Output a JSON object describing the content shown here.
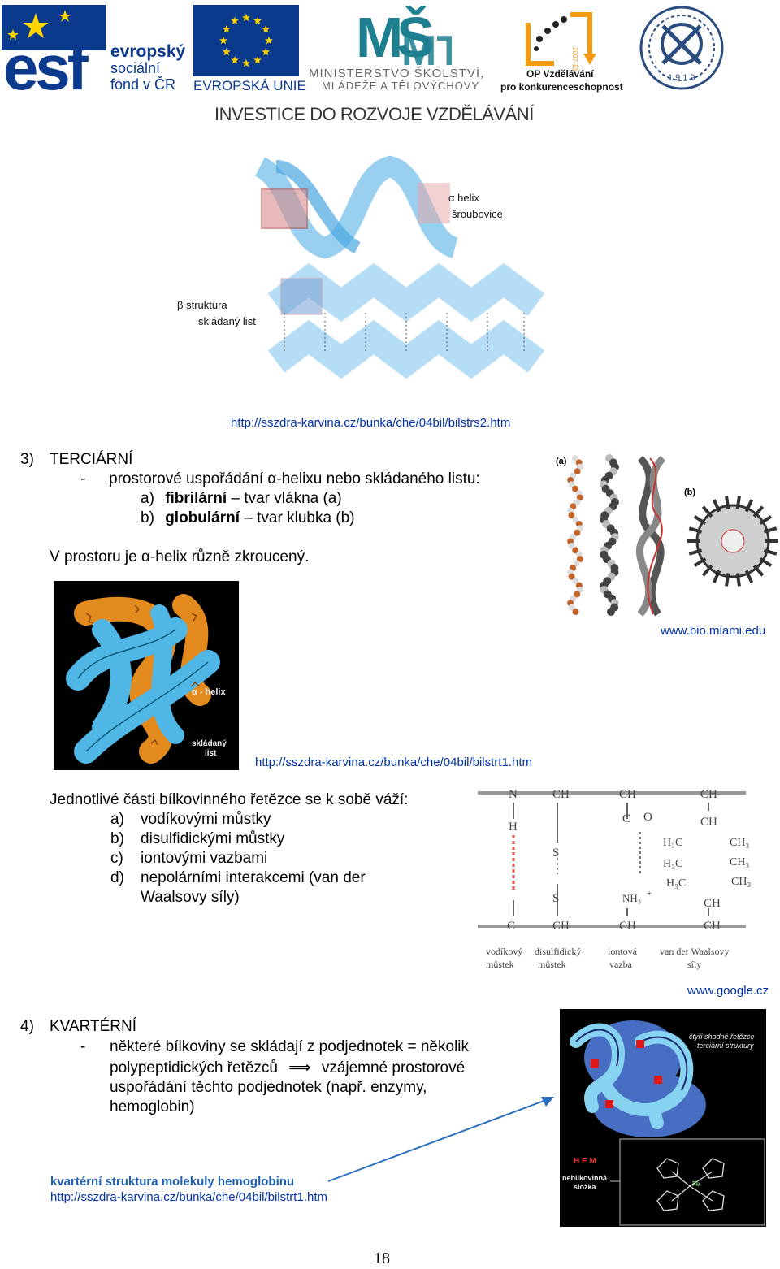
{
  "header": {
    "esf": {
      "line1": "evropský",
      "line2": "sociální",
      "line3": "fond v ČR"
    },
    "eu": {
      "label": "EVROPSKÁ UNIE"
    },
    "msmt": {
      "line1": "MINISTERSTVO ŠKOLSTVÍ,",
      "line2": "MLÁDEŽE A TĚLOVÝCHOVY"
    },
    "op": {
      "line1": "OP Vzdělávání",
      "line2": "pro konkurenceschopnost",
      "years": "2007-13"
    },
    "seal": {
      "year": "1919"
    },
    "slogan": "INVESTICE DO ROZVOJE VZDĚLÁVÁNÍ"
  },
  "figure1": {
    "alpha_label": "α helix",
    "alpha_sub": "šroubovice",
    "beta_label": "β struktura",
    "beta_sub": "skládaný list",
    "source": "http://sszdra-karvina.cz/bunka/che/04bil/bilstrs2.htm"
  },
  "section3": {
    "number": "3)",
    "title": "TERCIÁRNÍ",
    "dash": "-",
    "line1": "prostorové uspořádání α-helixu nebo skládaného listu:",
    "item_a_marker": "a)",
    "item_a_bold": "fibrilární",
    "item_a_rest": "– tvar vlákna (a)",
    "item_b_marker": "b)",
    "item_b_bold": "globulární",
    "item_b_rest": "– tvar klubka (b)",
    "note": "V prostoru je α-helix různě zkroucený.",
    "fig_a": "(a)",
    "fig_b": "(b)",
    "fig_source": "www.bio.miami.edu",
    "tert_alpha": "α - helix",
    "tert_sheet1": "skládaný",
    "tert_sheet2": "list",
    "tert_source": "http://sszdra-karvina.cz/bunka/che/04bil/bilstrt1.htm"
  },
  "bonds": {
    "intro": "Jednotlivé části bílkovinného řetězce se k sobě váží:",
    "items": [
      {
        "marker": "a)",
        "text": "vodíkovými můstky"
      },
      {
        "marker": "b)",
        "text": "disulfidickými můstky"
      },
      {
        "marker": "c)",
        "text": "iontovými vazbami"
      },
      {
        "marker": "d)",
        "text": "nepolárními interakcemi (van der"
      }
    ],
    "item_d_cont": "Waalsovy síly)",
    "diagram": {
      "col1_top": "N",
      "col1_mid": "H",
      "col1_bot": "C",
      "col2_top": "CH",
      "col2_s1": "S",
      "col2_s2": "S",
      "col2_bot": "CH",
      "col3_top": "CH",
      "col3_c": "C",
      "col3_o": "O",
      "col3_nh": "NH₃",
      "col3_plus": "+",
      "col3_bot": "CH",
      "col4_top": "CH",
      "col4_ch": "CH",
      "col4_ch2": "CH",
      "col4_h3c1": "H₃C",
      "col4_h3c2": "H₃C",
      "col4_h3c3": "H₃C",
      "col4_ch3a": "CH₃",
      "col4_ch3b": "CH₃",
      "col4_ch3c": "CH₃",
      "col4_bot": "CH",
      "lab1a": "vodíkový",
      "lab1b": "můstek",
      "lab2a": "disulfidický",
      "lab2b": "můstek",
      "lab3a": "iontová",
      "lab3b": "vazba",
      "lab4a": "van der Waalsovy",
      "lab4b": "síly"
    },
    "source": "www.google.cz"
  },
  "section4": {
    "number": "4)",
    "title": "KVARTÉRNÍ",
    "dash": "-",
    "line1": "některé bílkoviny se skládají z podjednotek = několik",
    "line2a": "polypeptidických řetězců",
    "arrow": "⟹",
    "line2b": "vzájemné prostorové",
    "line3": "uspořádání těchto podjednotek (např. enzymy,",
    "line4": "hemoglobin)",
    "fig_note1": "čtyři shodné řetězce",
    "fig_note2": "terciární struktury",
    "hem": "H E M",
    "nonprot1": "nebílkovinná",
    "nonprot2": "složka",
    "fe": "Fe",
    "caption": "kvartérní struktura molekuly hemoglobinu",
    "source": "http://sszdra-karvina.cz/bunka/che/04bil/bilstrt1.htm"
  },
  "page_number": "18"
}
